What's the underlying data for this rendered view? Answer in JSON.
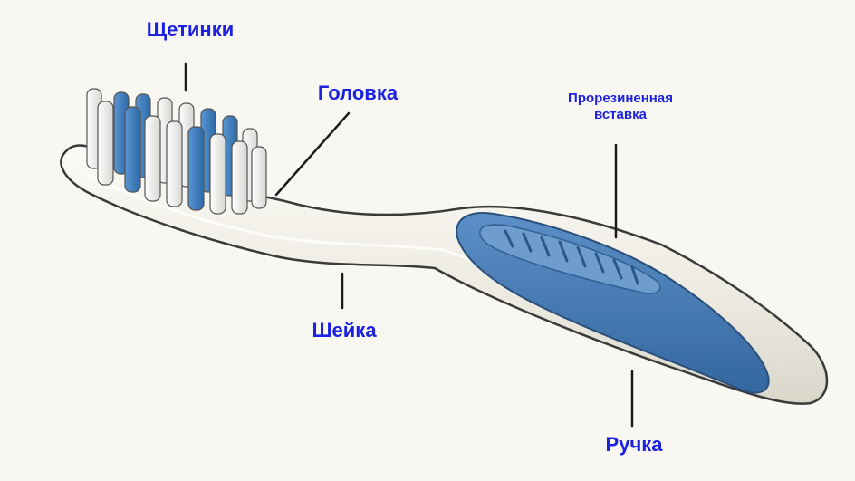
{
  "labels": {
    "bristles": "Щетинки",
    "head": "Головка",
    "neck": "Шейка",
    "handle": "Ручка",
    "insert_line1": "Прорезиненная",
    "insert_line2": "вставка"
  },
  "colors": {
    "label_text": "#1c22e0",
    "leader_line": "#1a1a1a",
    "handle_body": "#f1efe6",
    "handle_outline": "#3a3a3a",
    "rubber_blue": "#4a7fb8",
    "rubber_dark": "#2f5f93",
    "bristle_white": "#f4f4f2",
    "bristle_blue": "#3d7fc0",
    "background": "#f8f7f2"
  }
}
